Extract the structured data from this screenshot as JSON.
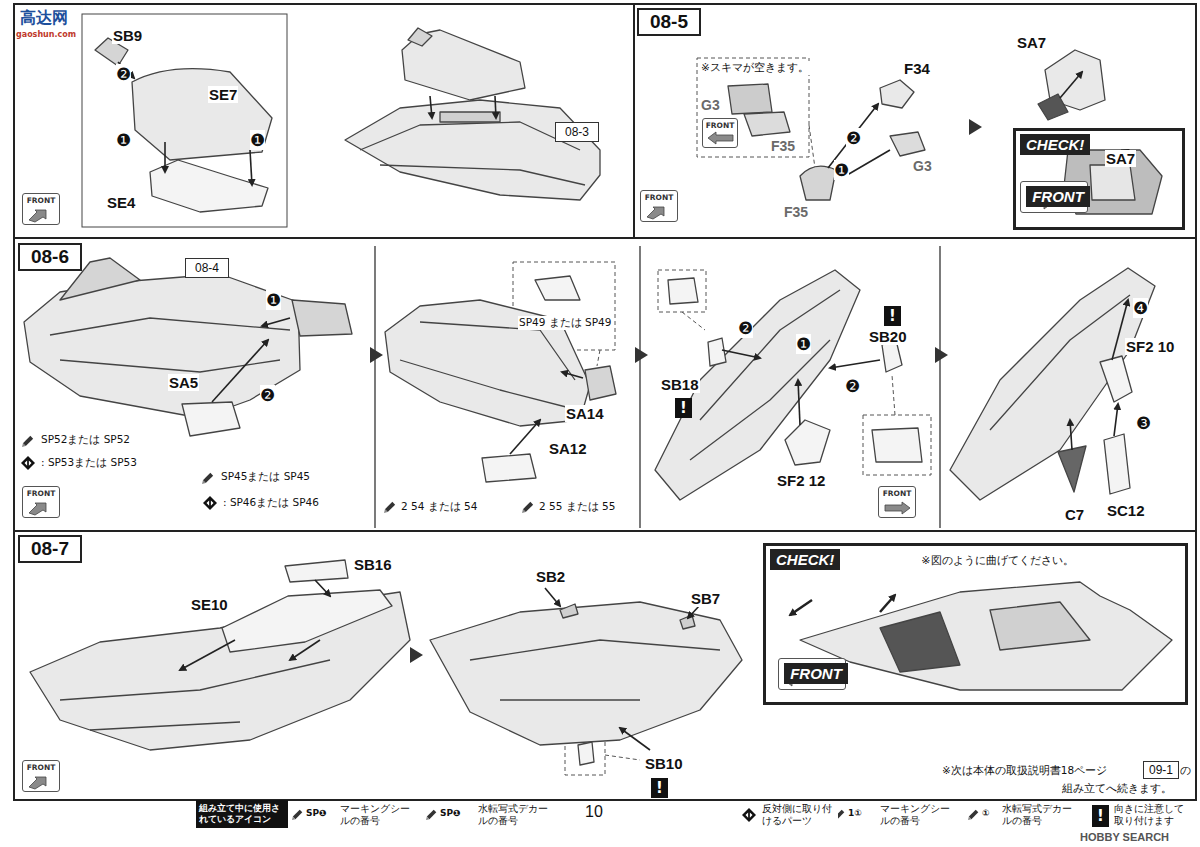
{
  "diagram": {
    "nodes": [
      {
        "text": [
          "08-3"
        ]
      },
      {
        "text": [
          "FRONT"
        ]
      },
      {
        "text": [
          "08-5"
        ]
      },
      {
        "text": [
          "FRONT"
        ]
      },
      {
        "text": [
          "FRONT"
        ]
      },
      {
        "text": [
          "CHECK!"
        ]
      },
      {
        "text": [
          "FRONT"
        ],
        "in": 5
      },
      {
        "text": [
          "08-6"
        ]
      },
      {
        "text": [
          "08-4"
        ]
      },
      {
        "text": [
          "FRONT"
        ]
      },
      {
        "text": [
          "!"
        ]
      },
      {
        "text": [
          "!"
        ]
      },
      {
        "text": [
          "FRONT"
        ]
      },
      {
        "text": [
          "08-7"
        ]
      },
      {
        "text": [
          "FRONT"
        ]
      },
      {
        "text": [
          "CHECK!",
          "※図のように曲げてください。"
        ]
      },
      {
        "text": [
          "FRONT"
        ],
        "in": 15
      },
      {
        "text": [
          "!"
        ]
      },
      {
        "text": [
          "09-1"
        ]
      },
      {
        "text": [
          "組み立て中に使用されているアイコン"
        ]
      },
      {
        "text": [
          "!"
        ]
      }
    ],
    "labels": [
      "高达网",
      "gaoshun.com",
      "SB9",
      "❷",
      "SE7",
      "❶",
      "❶",
      "SE4",
      "※スキマが空きます。",
      "G3",
      "F35",
      "F34",
      "❷",
      "❶",
      "G3",
      "F35",
      "SA7",
      "SA7",
      "❶",
      "❷",
      "SA5",
      "SP52または SP52",
      ": SP53または SP53",
      "SP45または SP45",
      ": SP46または SP46",
      "SP49 または SP49",
      "SA14",
      "SA12",
      "2 54 または 54",
      "2 55 または 55",
      "❷",
      "SB18",
      "❶",
      "SF2 12",
      "SB20",
      "❷",
      "❹",
      "SF2 10",
      "❸",
      "C7",
      "SC12",
      "SB16",
      "SE10",
      "SB2",
      "SB7",
      "SB10",
      "※次は本体の取扱説明書18ページ",
      "の",
      "組み立てへ続きます。",
      "SP❶",
      "SP❶",
      "10",
      "1①",
      "①",
      "HOBBY SEARCH"
    ],
    "legend": [
      {
        "text": "マーキングシールの番号"
      },
      {
        "text": "水転写式デカールの番号"
      },
      {
        "text": "反対側に取り付けるパーツ"
      },
      {
        "text": "マーキングシールの番号"
      },
      {
        "text": "水転写式デカールの番号"
      },
      {
        "text": "向きに注意して取り付けます"
      }
    ]
  }
}
